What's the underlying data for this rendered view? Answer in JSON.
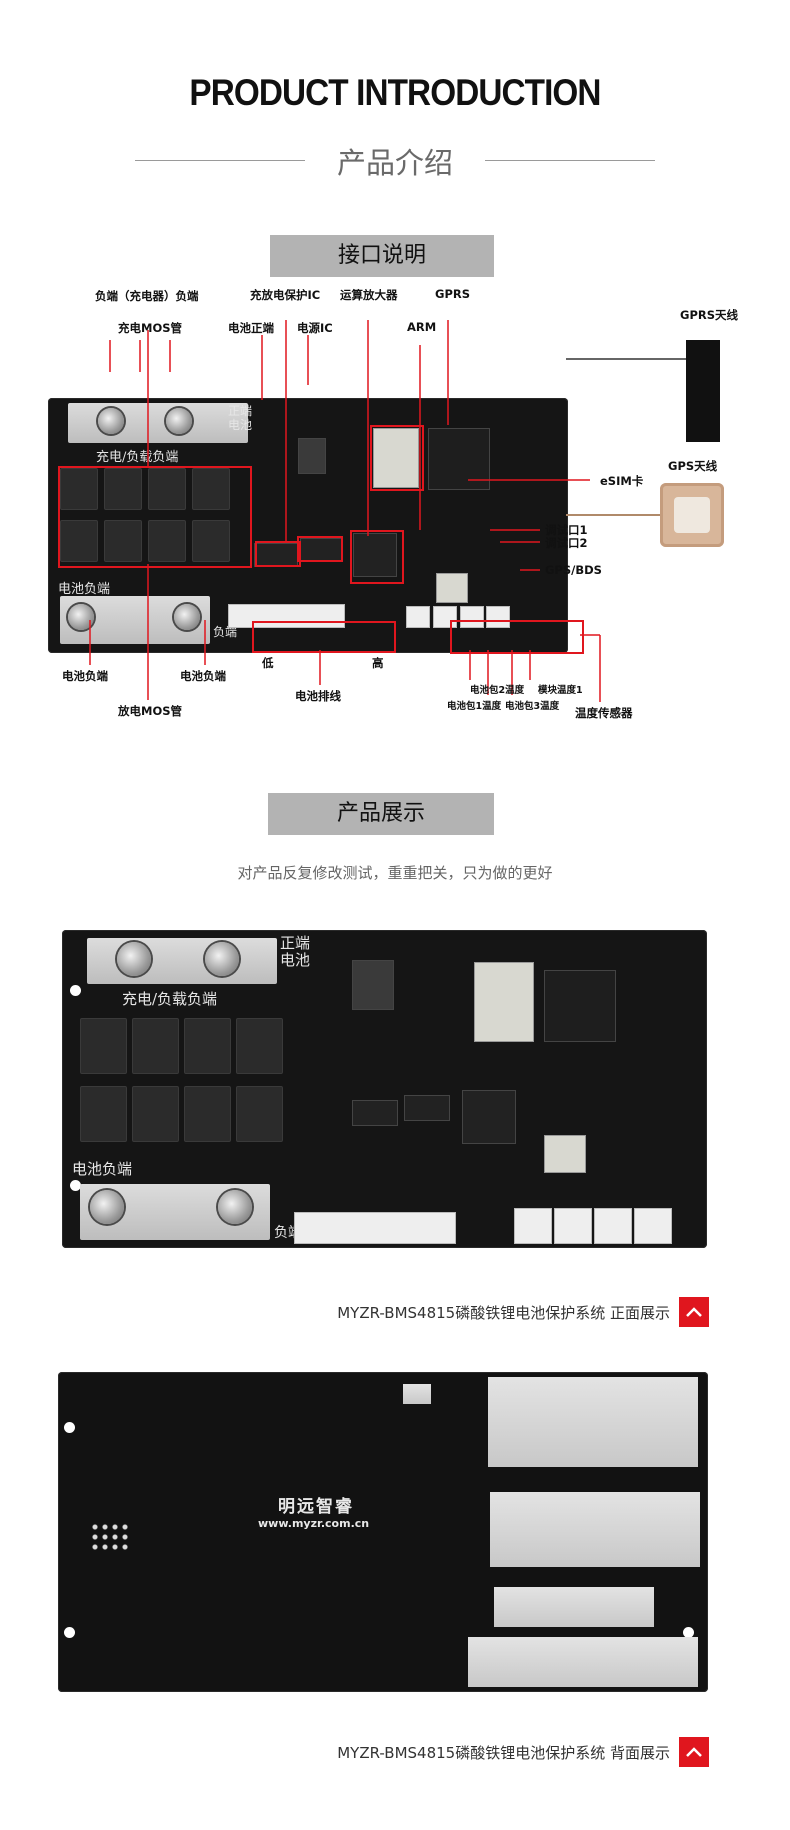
{
  "header": {
    "title_en": "PRODUCT INTRODUCTION",
    "title_cn": "产品介绍"
  },
  "sections": {
    "interface": "接口说明",
    "showcase": "产品展示"
  },
  "diagram": {
    "labels": {
      "load_terminal": "负端（充电器）负端",
      "charge_mos": "充电MOS管",
      "protect_ic": "充放电保护IC",
      "battery_pos": "电池正端",
      "power_ic": "电源IC",
      "op_amp": "运算放大器",
      "gprs": "GPRS",
      "arm": "ARM",
      "gprs_antenna": "GPRS天线",
      "esim": "eSIM卡",
      "gps_antenna": "GPS天线",
      "debug1": "调试口1",
      "debug2": "调试口2",
      "gps_bds": "GPS/BDS",
      "battery_neg_left": "电池负端",
      "battery_neg_right": "电池负端",
      "discharge_mos": "放电MOS管",
      "low": "低",
      "high": "高",
      "battery_harness": "电池排线",
      "temp_sensor": "温度传感器",
      "pack2_temp": "电池包2温度",
      "module_temp1": "模块温度1",
      "pack1_temp": "电池包1温度",
      "pack3_temp": "电池包3温度"
    },
    "silk": {
      "charge_load": "充电/负载负端",
      "pos_terminal": "正端电池",
      "neg_battery": "电池负端",
      "neg_end": "负端"
    }
  },
  "showcase": {
    "tagline": "对产品反复修改测试，重重把关，只为做的更好",
    "front_caption": "MYZR-BMS4815磷酸铁锂电池保护系统 正面展示",
    "back_caption": "MYZR-BMS4815磷酸铁锂电池保护系统 背面展示",
    "back_logo": "明远智睿",
    "back_url": "www.myzr.com.cn"
  },
  "colors": {
    "accent_red": "#e0161e",
    "tag_gray": "#b3b3b3",
    "pcb_black": "#151515"
  }
}
